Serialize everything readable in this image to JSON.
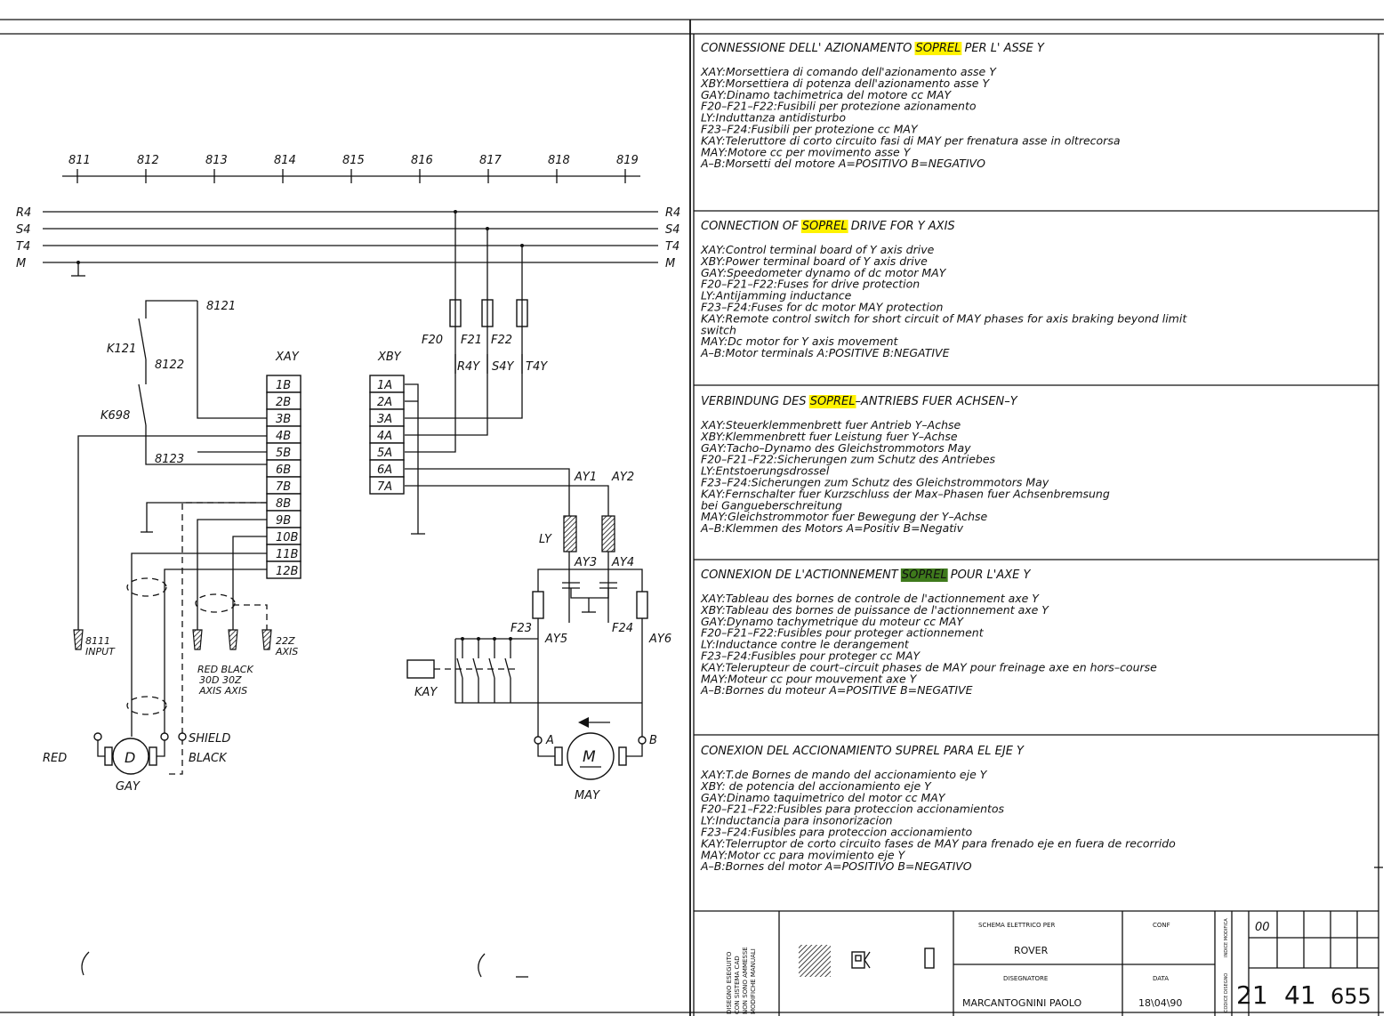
{
  "columns": [
    "811",
    "812",
    "813",
    "814",
    "815",
    "816",
    "817",
    "818",
    "819"
  ],
  "buses": {
    "left": [
      "R4",
      "S4",
      "T4",
      "M"
    ],
    "right": [
      "R4",
      "S4",
      "T4",
      "M"
    ]
  },
  "wires": {
    "w8121": "8121",
    "w8122": "8122",
    "w8123": "8123",
    "k121": "K121",
    "k698": "K698"
  },
  "xay": {
    "title": "XAY",
    "terminals": [
      "1B",
      "2B",
      "3B",
      "4B",
      "5B",
      "6B",
      "7B",
      "8B",
      "9B",
      "10B",
      "11B",
      "12B"
    ]
  },
  "xby": {
    "title": "XBY",
    "terminals": [
      "1A",
      "2A",
      "3A",
      "4A",
      "5A",
      "6A",
      "7A"
    ]
  },
  "fuses": {
    "f20": "F20",
    "f21": "F21",
    "f22": "F22",
    "f23": "F23",
    "f24": "F24"
  },
  "power_labels": {
    "r4y": "R4Y",
    "s4y": "S4Y",
    "t4y": "T4Y",
    "ay1": "AY1",
    "ay2": "AY2",
    "ay3": "AY3",
    "ay4": "AY4",
    "ay5": "AY5",
    "ay6": "AY6",
    "ly": "LY",
    "kay": "KAY"
  },
  "motor": {
    "symbol": "M",
    "name": "MAY",
    "term_a": "A",
    "term_b": "B"
  },
  "dynamo": {
    "symbol": "D",
    "name": "GAY",
    "red": "RED",
    "shield": "SHIELD",
    "black": "BLACK"
  },
  "connectors": {
    "input_num": "8111",
    "input_label": "INPUT",
    "axis_num": "22Z",
    "axis_label": "AXIS",
    "red_black": "RED BLACK",
    "codes": "30D  30Z",
    "axis_axis": "AXIS AXIS"
  },
  "sections": [
    {
      "title_pre": "CONNESSIONE DELL' AZIONAMENTO ",
      "highlight": "SOPREL",
      "title_post": " PER L' ASSE Y",
      "lines": [
        "XAY:Morsettiera di comando dell'azionamento asse Y",
        "XBY:Morsettiera di potenza dell'azionamento asse Y",
        "GAY:Dinamo tachimetrica del motore cc MAY",
        "F20–F21–F22:Fusibili per protezione azionamento",
        "LY:Induttanza antidisturbo",
        "F23–F24:Fusibili per protezione cc MAY",
        "KAY:Teleruttore di corto circuito fasi di MAY per frenatura asse in oltrecorsa",
        "MAY:Motore cc per movimento asse Y",
        "A–B:Morsetti del motore A=POSITIVO B=NEGATIVO"
      ]
    },
    {
      "title_pre": "CONNECTION OF ",
      "highlight": "SOPREL",
      "title_post": " DRIVE FOR Y AXIS",
      "lines": [
        "XAY:Control terminal board of Y axis drive",
        "XBY:Power terminal board of Y axis drive",
        "GAY:Speedometer dynamo of dc motor MAY",
        "F20–F21–F22:Fuses for drive protection",
        "LY:Antijamming inductance",
        "F23–F24:Fuses for dc motor MAY protection",
        "KAY:Remote control switch for short circuit of MAY phases for axis braking beyond limit",
        "switch",
        "MAY:Dc motor for Y axis movement",
        "A–B:Motor terminals A:POSITIVE  B:NEGATIVE"
      ]
    },
    {
      "title_pre": "VERBINDUNG DES ",
      "highlight": "SOPREL",
      "title_post": "–ANTRIEBS FUER ACHSEN–Y",
      "lines": [
        "XAY:Steuerklemmenbrett fuer Antrieb Y–Achse",
        "XBY:Klemmenbrett fuer Leistung fuer Y–Achse",
        "GAY:Tacho–Dynamo des Gleichstrommotors May",
        "F20–F21–F22:Sicherungen zum Schutz des Antriebes",
        "LY:Entstoerungsdrossel",
        "F23–F24:Sicherungen zum Schutz des Gleichstrommotors May",
        "KAY:Fernschalter fuer Kurzschluss der Max–Phasen fuer Achsenbremsung",
        "bei Gangueberschreitung",
        "MAY:Gleichstrommotor fuer Bewegung der Y–Achse",
        "A–B:Klemmen des Motors A=Positiv B=Negativ"
      ]
    },
    {
      "title_pre": "CONNEXION DE L'ACTIONNEMENT ",
      "highlight": "SOPREL",
      "title_post": " POUR L'AXE Y",
      "lines": [
        "XAY:Tableau des bornes de controle de l'actionnement axe Y",
        "XBY:Tableau des bornes de puissance de l'actionnement axe Y",
        "GAY:Dynamo tachymetrique du moteur cc MAY",
        "F20–F21–F22:Fusibles pour proteger actionnement",
        "LY:Inductance contre le derangement",
        "F23–F24:Fusibles pour proteger cc MAY",
        "KAY:Telerupteur de court–circuit phases de MAY pour freinage axe en hors–course",
        "MAY:Moteur cc pour mouvement axe Y",
        "A–B:Bornes du moteur A=POSITIVE B=NEGATIVE"
      ]
    },
    {
      "title_pre": "CONEXION DEL ACCIONAMIENTO SUPREL PARA EL EJE Y",
      "highlight": "",
      "title_post": "",
      "lines": [
        "XAY:T.de Bornes de mando del accionamiento eje Y",
        "XBY:            de potencia del accionamiento eje Y",
        "GAY:Dinamo taquimetrico del motor cc MAY",
        "F20–F21–F22:Fusibles para proteccion accionamientos",
        "LY:Inductancia para insonorizacion",
        "F23–F24:Fusibles para proteccion accionamiento",
        "KAY:Telerruptor de corto circuito fases de MAY para frenado eje en fuera de recorrido",
        "MAY:Motor cc para movimiento eje Y",
        "A–B:Bornes del motor  A=POSITIVO  B=NEGATIVO"
      ]
    }
  ],
  "titleblock": {
    "note": [
      "DISEGNO ESEGUITO",
      "CON SISTEMA CAD",
      "NON SONO AMMESSE",
      "MODIFICHE MANUALI"
    ],
    "schema_label": "SCHEMA ELETTRICO PER",
    "schema_value": "ROVER",
    "designer_label": "DISEGNATORE",
    "designer_value": "MARCANTOGNINI PAOLO",
    "conf_label": "CONF",
    "date_label": "DATA",
    "date_value": "18\\04\\90",
    "rev_label": "INDICE MODIFICA",
    "rev_value": "00",
    "code_label": "CODICE DISEGNO",
    "code_value": [
      "21",
      "41",
      "655"
    ]
  },
  "colors": {
    "highlight_yellow": "#fff200",
    "highlight_green": "#3f7a1c",
    "ink": "#111111"
  }
}
